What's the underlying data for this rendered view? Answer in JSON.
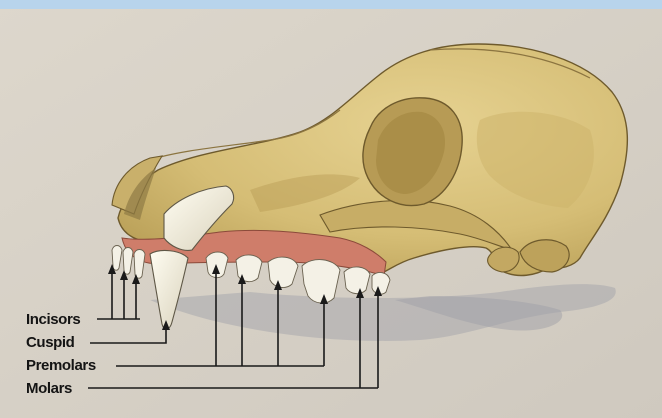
{
  "labels": {
    "incisors": "Incisors",
    "cuspid": "Cuspid",
    "premolars": "Premolars",
    "molars": "Molars"
  },
  "colors": {
    "top_band": "#b8d4ec",
    "background": "#d9d3c8",
    "bone": "#d9c27e",
    "bone_shadow": "#a9904c",
    "bone_outline": "#6e5a2c",
    "gum": "#cf7d6a",
    "tooth": "#f4f1e6",
    "cast_shadow": "#a8a7ad",
    "leader_line": "#1a1a1a"
  }
}
